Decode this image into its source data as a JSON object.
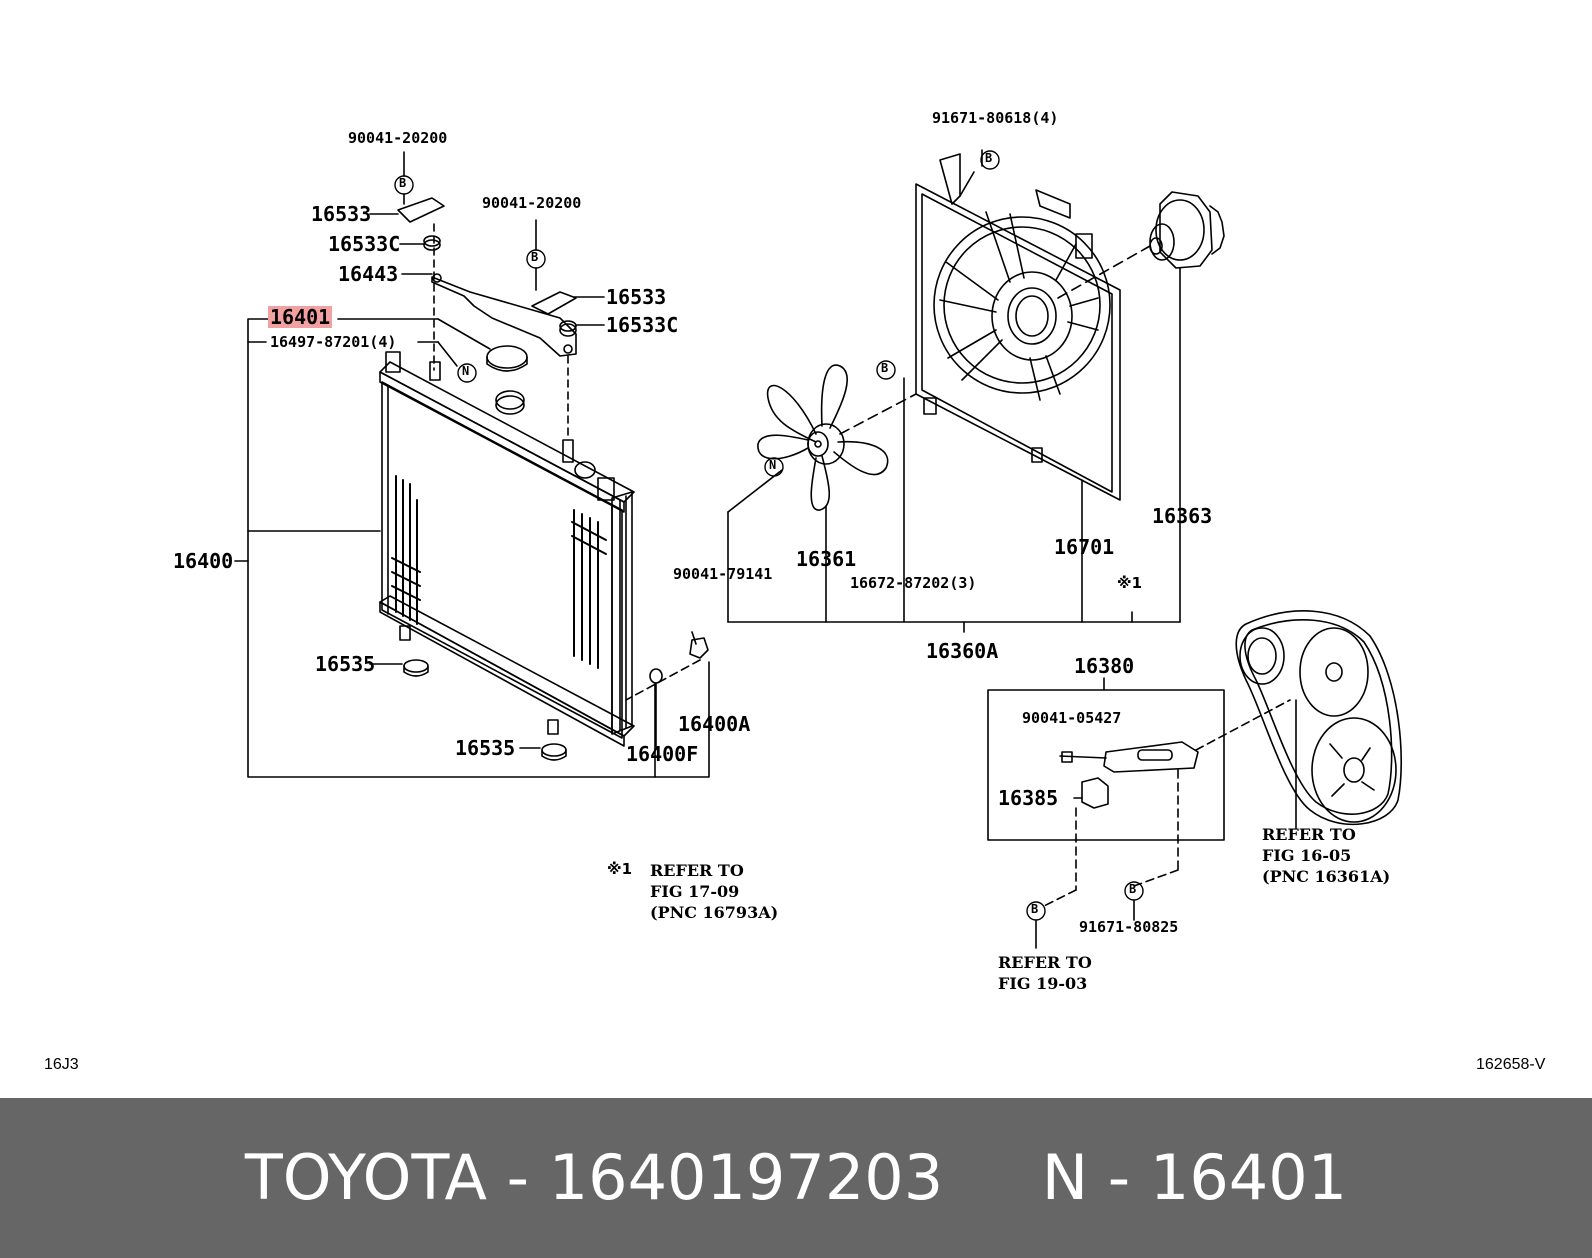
{
  "colors": {
    "highlight": "#f3a0a0",
    "footer_bg": "#666666",
    "footer_text": "#ffffff",
    "line": "#000000"
  },
  "parts": {
    "p90041_20200_a": "90041-20200",
    "p90041_20200_b": "90041-20200",
    "p16533_a": "16533",
    "p16533c_a": "16533C",
    "p16443": "16443",
    "p16533_b": "16533",
    "p16533c_b": "16533C",
    "p16401": "16401",
    "p16497": "16497-87201(4)",
    "p16400": "16400",
    "p16535_a": "16535",
    "p16535_b": "16535",
    "p16400a": "16400A",
    "p16400f": "16400F",
    "p91671_80618": "91671-80618(4)",
    "p16361": "16361",
    "p90041_79141": "90041-79141",
    "p16672": "16672-87202(3)",
    "p16701": "16701",
    "p16363": "16363",
    "p_note1_ref": "※1",
    "p16360a": "16360A",
    "p16380": "16380",
    "p90041_05427": "90041-05427",
    "p16385": "16385",
    "p91671_80825": "91671-80825"
  },
  "markers": {
    "b": "B",
    "n": "N"
  },
  "notes": {
    "note1_symbol": "※1",
    "note1_text": "REFER TO\nFIG 17-09\n(PNC 16793A)",
    "ref_16_05": "REFER TO\nFIG 16-05\n(PNC 16361A)",
    "ref_19_03": "REFER TO\nFIG 19-03"
  },
  "corners": {
    "left": "16J3",
    "right": "162658-V"
  },
  "footer": {
    "text": "TOYOTA - 1640197203     N - 16401"
  }
}
